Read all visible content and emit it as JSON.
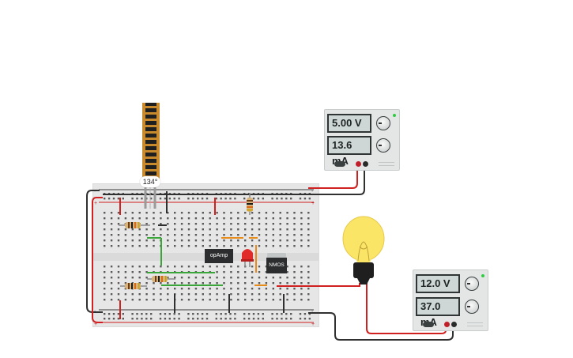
{
  "flex_sensor": {
    "angle_label": "134°"
  },
  "supply_top": {
    "voltage": "5.00 V",
    "current": "13.6 mA"
  },
  "supply_bottom": {
    "voltage": "12.0 V",
    "current": "37.0 mA"
  },
  "chips": {
    "opamp": "opAmp",
    "nmos": "NMOS"
  },
  "colors": {
    "red_wire": "#d02020",
    "black_wire": "#303030",
    "green_wire": "#3aa63a",
    "orange_wire": "#e68a1a",
    "breadboard": "#e7e7e7"
  },
  "icons": [
    "flex-sensor-icon",
    "lightbulb-icon",
    "led-icon",
    "resistor-icon",
    "knob-icon",
    "power-switch-icon"
  ]
}
